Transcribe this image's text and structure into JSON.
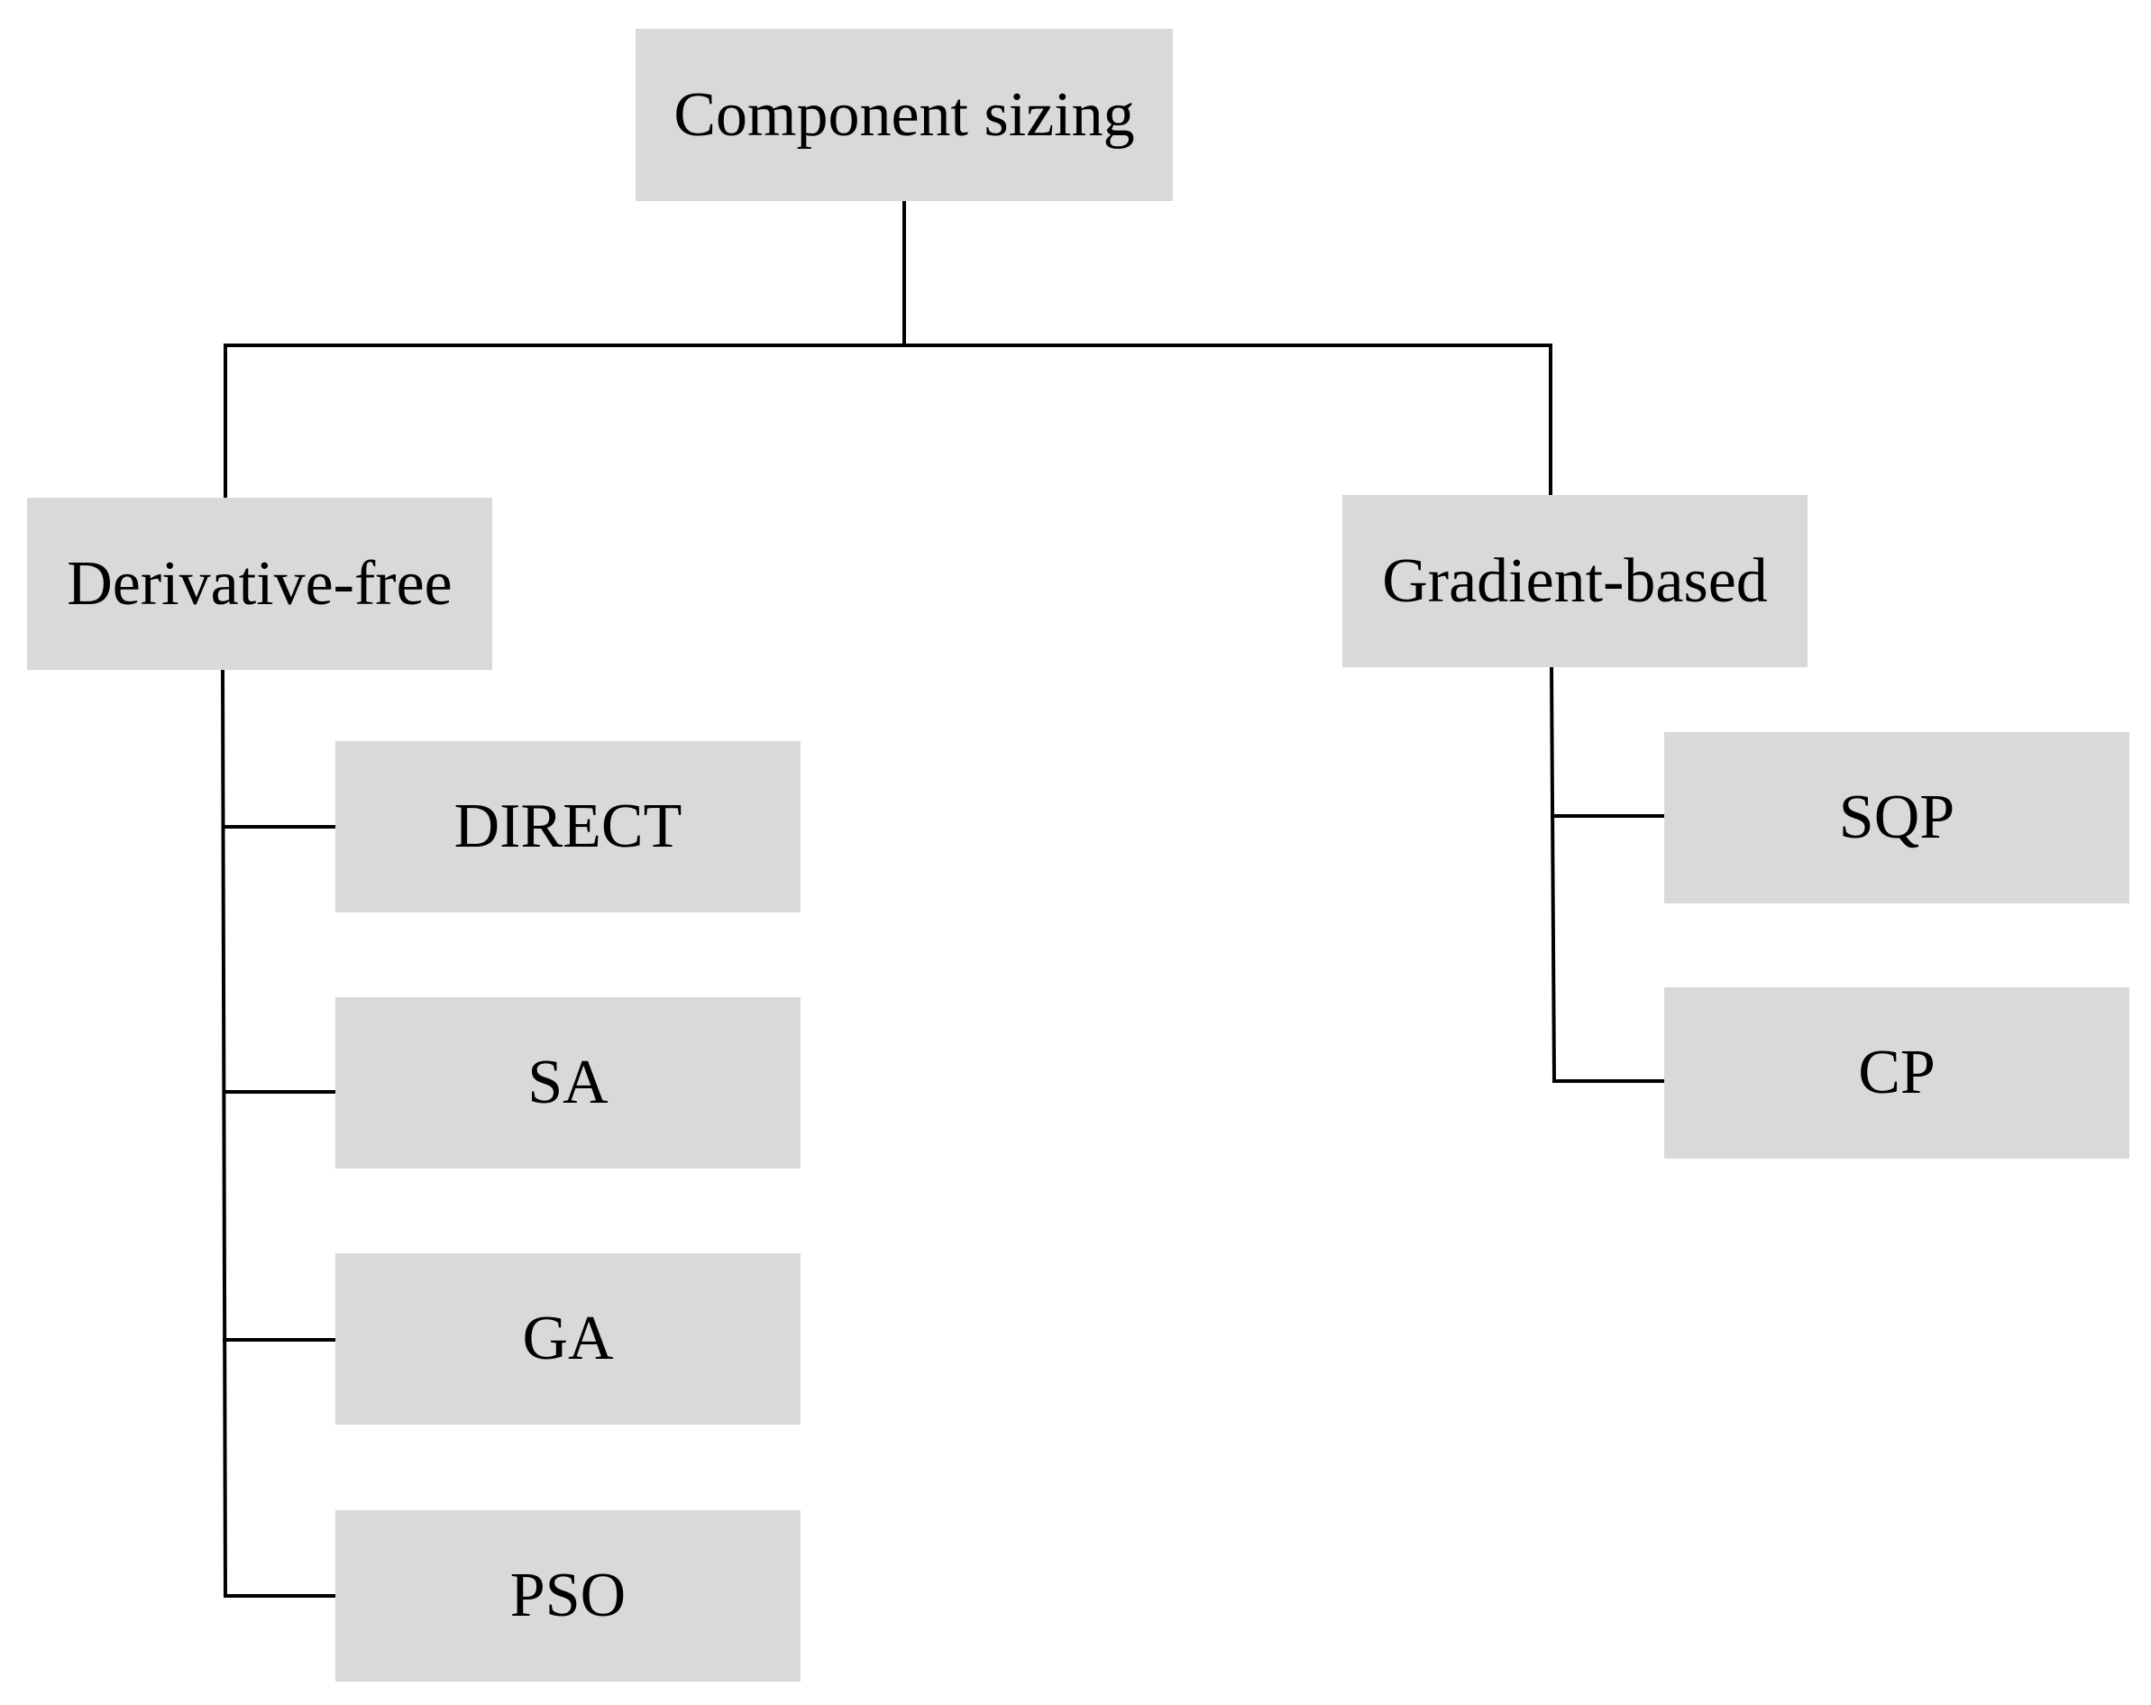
{
  "diagram": {
    "root": "Component sizing",
    "categories": [
      {
        "label": "Derivative-free",
        "methods": [
          "DIRECT",
          "SA",
          "GA",
          "PSO"
        ]
      },
      {
        "label": "Gradient-based",
        "methods": [
          "SQP",
          "CP"
        ]
      }
    ]
  },
  "colors": {
    "box_fill": "#d9d9d9",
    "line": "#000000",
    "text": "#000000",
    "background": "#ffffff"
  }
}
